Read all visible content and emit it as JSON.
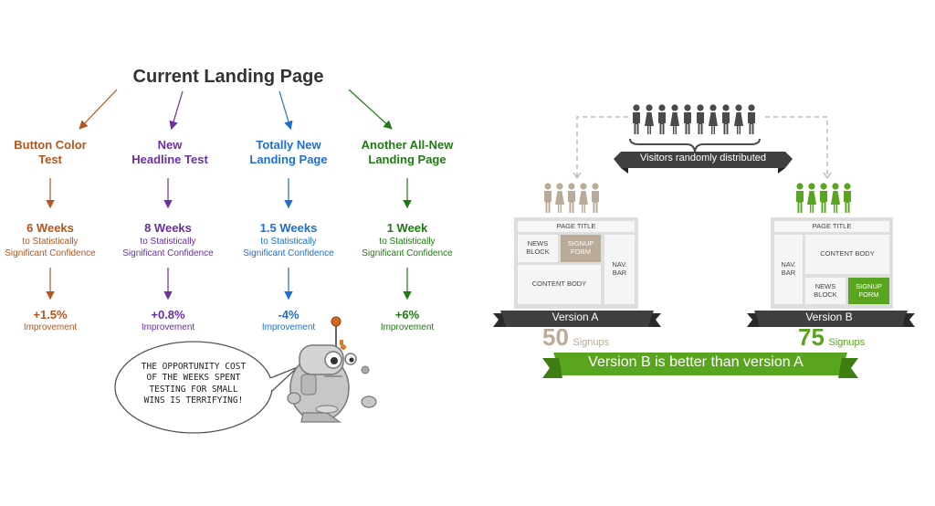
{
  "left": {
    "title": "Current Landing Page",
    "tests": [
      {
        "name_line1": "Button Color",
        "name_line2": "Test",
        "duration": "6 Weeks",
        "sub1": "to Statistically",
        "sub2": "Significant Confidence",
        "result": "+1.5%",
        "result_label": "Improvement",
        "color": "#b5541c"
      },
      {
        "name_line1": "New",
        "name_line2": "Headline Test",
        "duration": "8 Weeks",
        "sub1": "to Statistically",
        "sub2": "Significant Confidence",
        "result": "+0.8%",
        "result_label": "Improvement",
        "color": "#6a2fa0"
      },
      {
        "name_line1": "Totally New",
        "name_line2": "Landing Page",
        "duration": "1.5 Weeks",
        "sub1": "to Statistically",
        "sub2": "Significant Confidence",
        "result": "-4%",
        "result_label": "Improvement",
        "color": "#1f6fd1"
      },
      {
        "name_line1": "Another All-New",
        "name_line2": "Landing Page",
        "duration": "1 Week",
        "sub1": "to Statistically",
        "sub2": "Significant Confidence",
        "result": "+6%",
        "result_label": "Improvement",
        "color": "#1e7a12"
      }
    ],
    "bubble": {
      "line1": "THE OPPORTUNITY COST",
      "line2": "OF THE WEEKS SPENT",
      "line3": "TESTING FOR SMALL",
      "line4": "WINS IS TERRIFYING!"
    }
  },
  "right": {
    "visitors_label": "Visitors randomly distributed",
    "version_a": {
      "page_title": "PAGE TITLE",
      "news_block": "NEWS BLOCK",
      "signup_form": "SIGNUP FORM",
      "nav_bar": "NAV. BAR",
      "content_body": "CONTENT BODY",
      "label": "Version A",
      "signups": "50",
      "signups_label": "Signups"
    },
    "version_b": {
      "page_title": "PAGE TITLE",
      "nav_bar": "NAV. BAR",
      "content_body": "CONTENT BODY",
      "news_block": "NEWS BLOCK",
      "signup_form": "SIGNUP FORM",
      "label": "Version B",
      "signups": "75",
      "signups_label": "Signups"
    },
    "conclusion": "Version B is better than version A",
    "colors": {
      "grey_person": "#4a4a4a",
      "tan_person": "#b9ab97",
      "green_person": "#5aa51f",
      "banner_dark": "#3f3f3f",
      "banner_green": "#5aa51f"
    }
  }
}
